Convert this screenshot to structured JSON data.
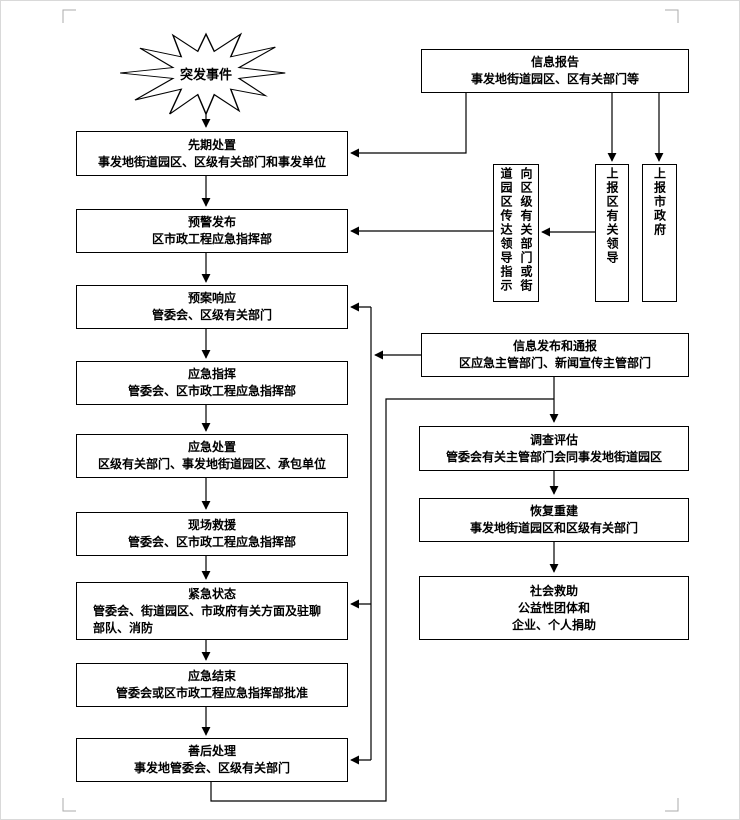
{
  "page": {
    "background": "#ffffff",
    "line_color": "#000000"
  },
  "burst": {
    "label": "突发事件"
  },
  "left_flow": [
    {
      "title": "先期处置",
      "detail": "事发地街道园区、区级有关部门和事发单位"
    },
    {
      "title": "预警发布",
      "detail": "区市政工程应急指挥部"
    },
    {
      "title": "预案响应",
      "detail": "管委会、区级有关部门"
    },
    {
      "title": "应急指挥",
      "detail": "管委会、区市政工程应急指挥部"
    },
    {
      "title": "应急处置",
      "detail": "区级有关部门、事发地街道园区、承包单位"
    },
    {
      "title": "现场救援",
      "detail": "管委会、区市政工程应急指挥部"
    },
    {
      "title": "紧急状态",
      "detail": "管委会、街道园区、市政府有关方面及驻聊部队、消防"
    },
    {
      "title": "应急结束",
      "detail": "管委会或区市政工程应急指挥部批准"
    },
    {
      "title": "善后处理",
      "detail": "事发地管委会、区级有关部门"
    }
  ],
  "report_box": {
    "title": "信息报告",
    "detail": "事发地街道园区、区有关部门等"
  },
  "vertical_boxes": [
    {
      "text": "向区级有关部门或街道园区传达领导指示"
    },
    {
      "text": "上报区有关领导"
    },
    {
      "text": "上报市政府"
    }
  ],
  "publish_box": {
    "title": "信息发布和通报",
    "detail": "区应急主管部门、新闻宣传主管部门"
  },
  "right_flow": [
    {
      "title": "调查评估",
      "detail": "管委会有关主管部门会同事发地街道园区"
    },
    {
      "title": "恢复重建",
      "detail": "事发地街道园区和区级有关部门"
    },
    {
      "title": "社会救助",
      "detail": "公益性团体和",
      "detail2": "企业、个人捐助"
    }
  ]
}
